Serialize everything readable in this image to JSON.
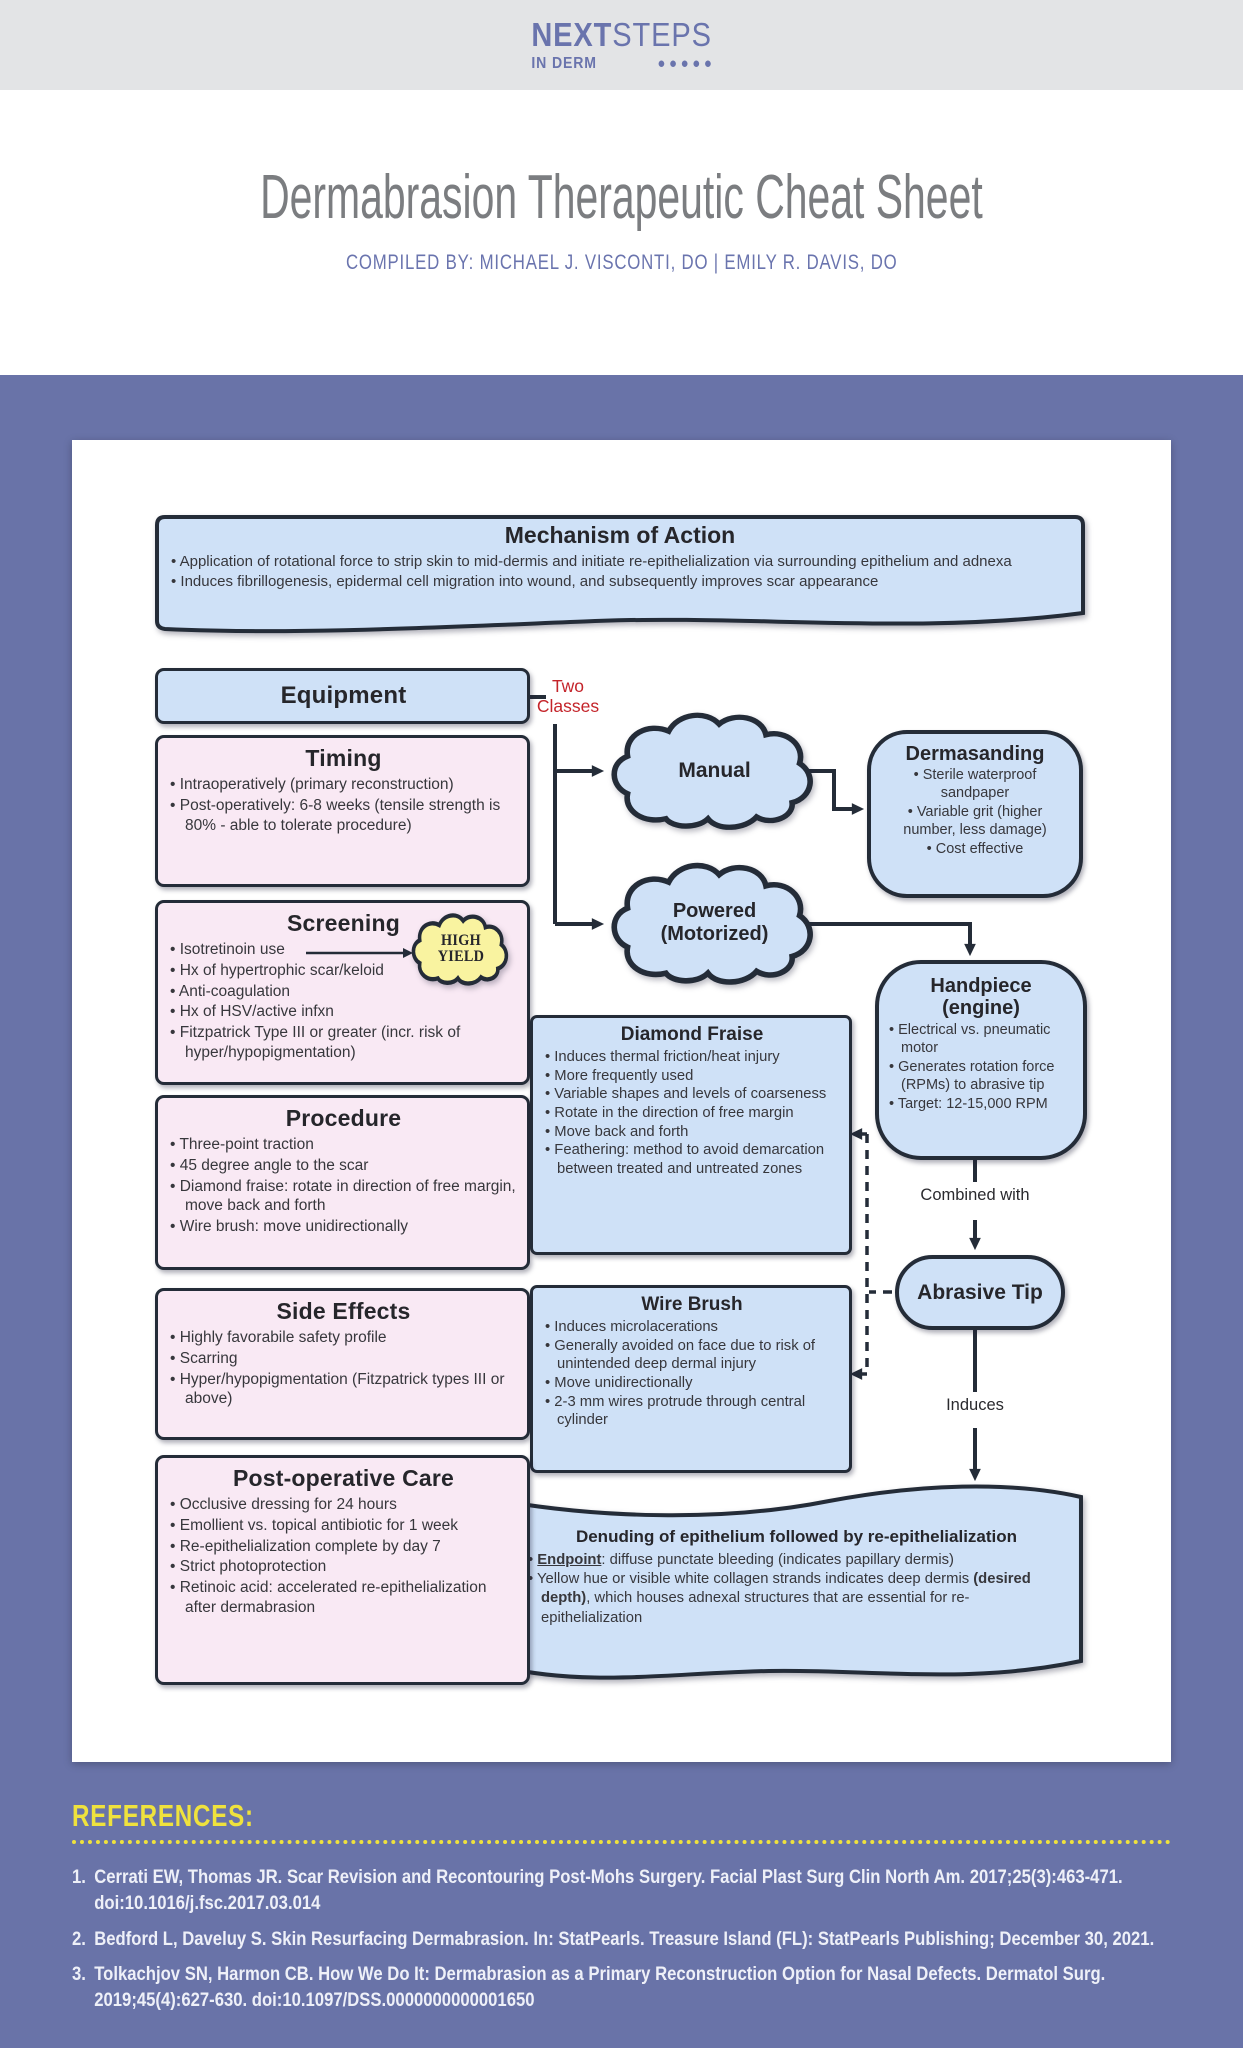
{
  "logo": {
    "name_bold": "NEXT",
    "name_light": "STEPS",
    "tagline": "IN DERM",
    "dots": "● ● ● ● ●"
  },
  "header": {
    "title": "Dermabrasion Therapeutic Cheat Sheet",
    "byline": "COMPILED BY: MICHAEL J. VISCONTI, DO | EMILY R. DAVIS, DO"
  },
  "labels": {
    "two_classes_line1": "Two",
    "two_classes_line2": "Classes",
    "combined_with": "Combined with",
    "induces": "Induces"
  },
  "boxes": {
    "mechanism": {
      "title": "Mechanism of Action",
      "bullets": [
        "Application of rotational force to strip skin to mid-dermis and initiate re-epithelialization via surrounding epithelium and adnexa",
        "Induces fibrillogenesis, epidermal cell migration into wound, and subsequently improves scar appearance"
      ]
    },
    "equipment": {
      "title": "Equipment"
    },
    "timing": {
      "title": "Timing",
      "bullets": [
        "Intraoperatively (primary reconstruction)",
        "Post-operatively: 6-8 weeks (tensile strength is 80% - able to tolerate procedure)"
      ]
    },
    "screening": {
      "title": "Screening",
      "bullets": [
        "Isotretinoin use",
        "Hx of hypertrophic scar/keloid",
        "Anti-coagulation",
        "Hx of HSV/active infxn",
        "Fitzpatrick Type III or greater (incr. risk of hyper/hypopigmentation)"
      ]
    },
    "high_yield": {
      "line1": "HIGH",
      "line2": "YIELD"
    },
    "procedure": {
      "title": "Procedure",
      "bullets": [
        "Three-point traction",
        "45 degree angle to the scar",
        "Diamond fraise: rotate in direction of free margin, move back and forth",
        "Wire brush: move unidirectionally"
      ]
    },
    "side_effects": {
      "title": "Side Effects",
      "bullets": [
        "Highly favorabile safety profile",
        "Scarring",
        "Hyper/hypopigmentation (Fitzpatrick types III or above)"
      ]
    },
    "postop": {
      "title": "Post-operative Care",
      "bullets": [
        "Occlusive dressing for 24 hours",
        "Emollient vs. topical antibiotic for 1 week",
        "Re-epithelialization complete by day 7",
        "Strict photoprotection",
        "Retinoic acid: accelerated re-epithelialization after dermabrasion"
      ]
    },
    "manual": {
      "title": "Manual"
    },
    "powered": {
      "line1": "Powered",
      "line2": "(Motorized)"
    },
    "dermasanding": {
      "title": "Dermasanding",
      "bullets": [
        "Sterile waterproof sandpaper",
        "Variable grit (higher number, less damage)",
        "Cost effective"
      ]
    },
    "handpiece": {
      "title_line1": "Handpiece",
      "title_line2": "(engine)",
      "bullets": [
        "Electrical vs. pneumatic motor",
        "Generates rotation force (RPMs) to abrasive tip",
        "Target: 12-15,000 RPM"
      ]
    },
    "abrasive_tip": {
      "title": "Abrasive Tip"
    },
    "diamond_fraise": {
      "title": "Diamond Fraise",
      "bullets": [
        "Induces thermal friction/heat injury",
        "More frequently used",
        "Variable shapes and levels of coarseness",
        "Rotate in the direction of free margin",
        "Move back and forth",
        "Feathering: method to avoid demarcation between treated and untreated zones"
      ]
    },
    "wire_brush": {
      "title": "Wire Brush",
      "bullets": [
        "Induces microlacerations",
        "Generally avoided on face due to risk of unintended deep dermal injury",
        "Move unidirectionally",
        "2-3 mm wires protrude through central cylinder"
      ]
    },
    "denuding": {
      "title": "Denuding of epithelium followed by re-epithelialization",
      "b1_lead": "Endpoint",
      "b1_rest": ": diffuse punctate bleeding (indicates papillary dermis)",
      "b2_pre": "Yellow hue or visible white collagen strands indicates deep dermis ",
      "b2_bold": "(desired depth)",
      "b2_post": ", which houses adnexal structures that are essential for re-epithelialization"
    }
  },
  "references": {
    "heading": "REFERENCES:",
    "items": [
      {
        "num": "1.",
        "text": "Cerrati EW, Thomas JR. Scar Revision and Recontouring Post-Mohs Surgery. Facial Plast Surg Clin North Am. 2017;25(3):463-471. doi:10.1016/j.fsc.2017.03.014"
      },
      {
        "num": "2.",
        "text": "Bedford L, Daveluy S. Skin Resurfacing Dermabrasion. In: StatPearls. Treasure Island (FL): StatPearls Publishing; December 30, 2021."
      },
      {
        "num": "3.",
        "text": "Tolkachjov SN, Harmon CB. How We Do It: Dermabrasion as a Primary Reconstruction Option for Nasal Defects. Dermatol Surg. 2019;45(4):627-630. doi:10.1097/DSS.0000000000001650"
      }
    ]
  },
  "colors": {
    "brand_purple": "#6973a8",
    "logo_purple": "#6a74ad",
    "light_blue_fill": "#cfe1f7",
    "pink_fill": "#f9e9f4",
    "outline_dark": "#242c38",
    "accent_red": "#c4242a",
    "high_yield_yellow": "#f9f3a0",
    "references_yellow": "#efe23d"
  }
}
